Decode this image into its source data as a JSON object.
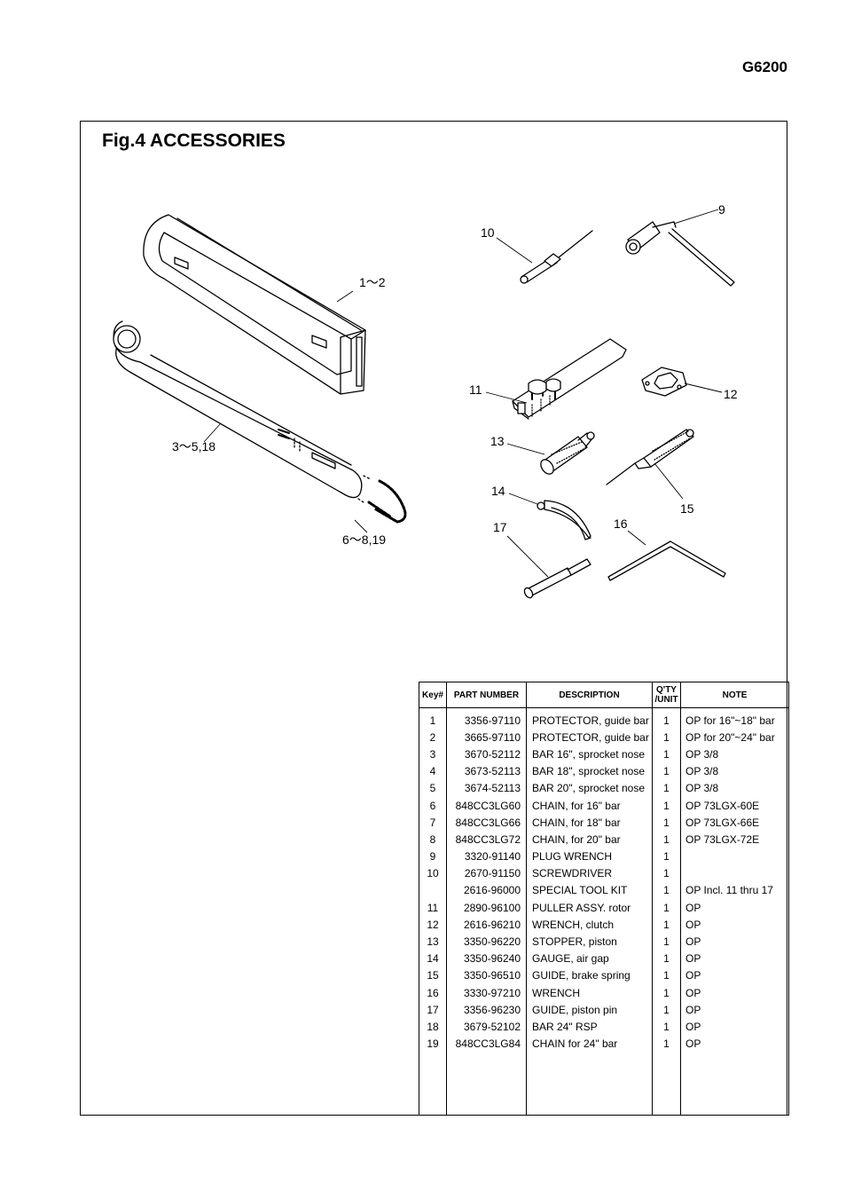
{
  "header": {
    "model": "G6200"
  },
  "figure": {
    "title": "Fig.4 ACCESSORIES",
    "callouts": [
      "1～2",
      "3～5,18",
      "6～8,19",
      "9",
      "10",
      "11",
      "12",
      "13",
      "14",
      "15",
      "16",
      "17"
    ]
  },
  "table": {
    "headers": [
      "Key#",
      "PART NUMBER",
      "DESCRIPTION",
      "Q'TY /UNIT",
      "NOTE"
    ],
    "rows": [
      {
        "key": "1",
        "part": "3356-97110",
        "desc": "PROTECTOR, guide bar",
        "qty": "1",
        "note": "OP for 16\"~18\" bar"
      },
      {
        "key": "2",
        "part": "3665-97110",
        "desc": "PROTECTOR, guide bar",
        "qty": "1",
        "note": "OP for 20\"~24\" bar"
      },
      {
        "key": "3",
        "part": "3670-52112",
        "desc": "BAR 16\", sprocket nose",
        "qty": "1",
        "note": "OP    3/8"
      },
      {
        "key": "4",
        "part": "3673-52113",
        "desc": "BAR 18\", sprocket nose",
        "qty": "1",
        "note": "OP    3/8"
      },
      {
        "key": "5",
        "part": "3674-52113",
        "desc": "BAR 20\", sprocket nose",
        "qty": "1",
        "note": "OP    3/8"
      },
      {
        "key": "6",
        "part": "848CC3LG60",
        "desc": "CHAIN, for 16\" bar",
        "qty": "1",
        "note": "OP 73LGX-60E"
      },
      {
        "key": "7",
        "part": "848CC3LG66",
        "desc": "CHAIN, for 18\" bar",
        "qty": "1",
        "note": "OP 73LGX-66E"
      },
      {
        "key": "8",
        "part": "848CC3LG72",
        "desc": "CHAIN, for 20\" bar",
        "qty": "1",
        "note": "OP 73LGX-72E"
      },
      {
        "key": "9",
        "part": "3320-91140",
        "desc": "PLUG WRENCH",
        "qty": "1",
        "note": ""
      },
      {
        "key": "10",
        "part": "2670-91150",
        "desc": "SCREWDRIVER",
        "qty": "1",
        "note": ""
      },
      {
        "key": "",
        "part": "2616-96000",
        "desc": "SPECIAL TOOL KIT",
        "qty": "1",
        "note": "OP Incl. 11 thru 17"
      },
      {
        "key": "11",
        "part": "2890-96100",
        "desc": "PULLER ASSY. rotor",
        "qty": "1",
        "note": "OP"
      },
      {
        "key": "12",
        "part": "2616-96210",
        "desc": "WRENCH, clutch",
        "qty": "1",
        "note": "OP"
      },
      {
        "key": "13",
        "part": "3350-96220",
        "desc": "STOPPER, piston",
        "qty": "1",
        "note": "OP"
      },
      {
        "key": "14",
        "part": "3350-96240",
        "desc": "GAUGE, air gap",
        "qty": "1",
        "note": "OP"
      },
      {
        "key": "15",
        "part": "3350-96510",
        "desc": "GUIDE, brake spring",
        "qty": "1",
        "note": "OP"
      },
      {
        "key": "16",
        "part": "3330-97210",
        "desc": "WRENCH",
        "qty": "1",
        "note": "OP"
      },
      {
        "key": "17",
        "part": "3356-96230",
        "desc": "GUIDE, piston pin",
        "qty": "1",
        "note": "OP"
      },
      {
        "key": "18",
        "part": "3679-52102",
        "desc": "BAR 24\" RSP",
        "qty": "1",
        "note": "OP"
      },
      {
        "key": "19",
        "part": "848CC3LG84",
        "desc": "CHAIN for 24\" bar",
        "qty": "1",
        "note": "OP"
      }
    ]
  }
}
